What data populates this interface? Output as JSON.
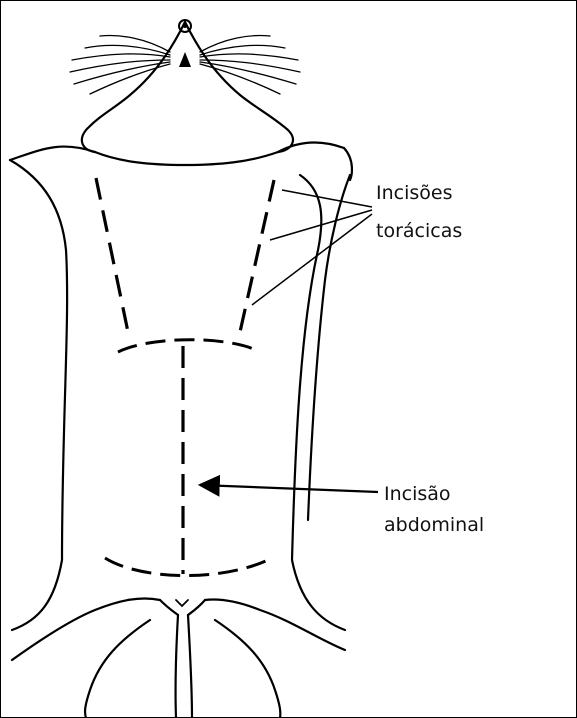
{
  "labels": {
    "thoracic_line1": "Incisões",
    "thoracic_line2": "torácicas",
    "abdominal_line1": "Incisão",
    "abdominal_line2": "abdominal"
  }
}
